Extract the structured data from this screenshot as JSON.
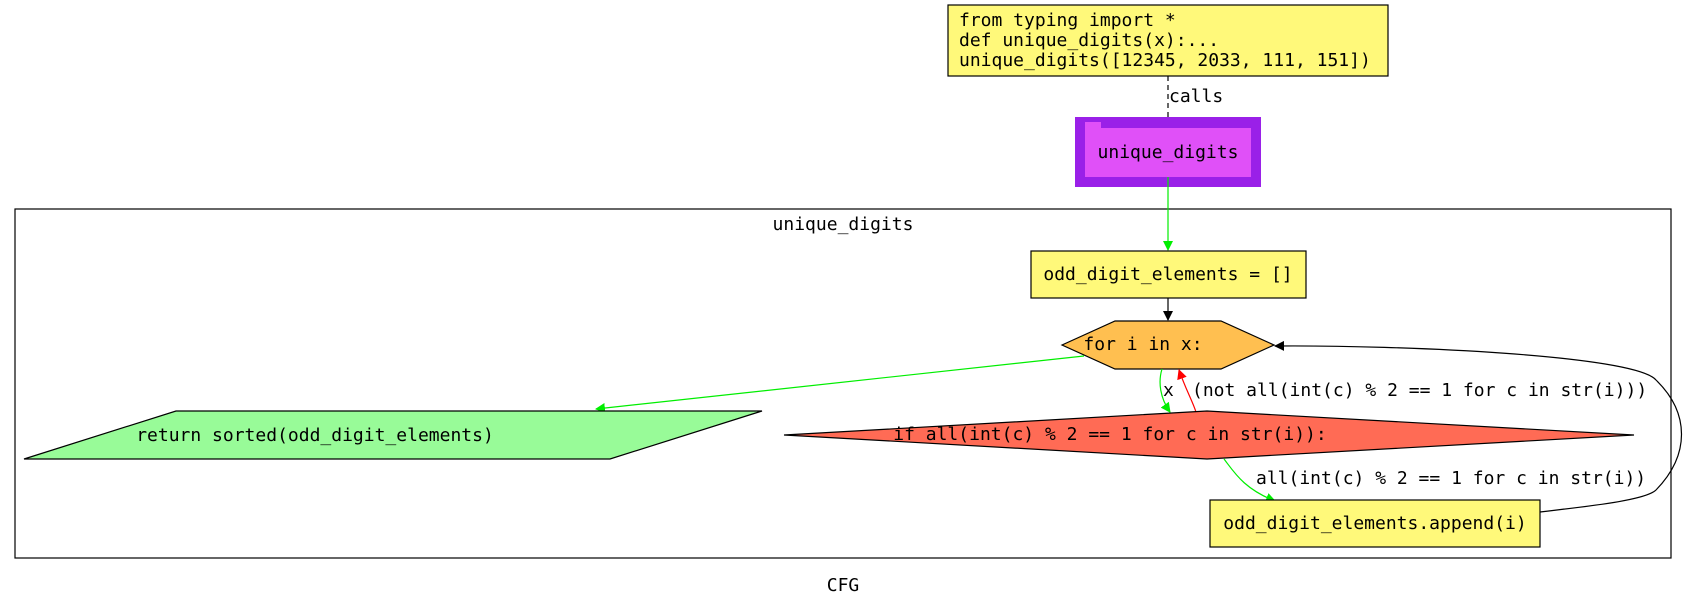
{
  "colors": {
    "yellow_node": "#fff97a",
    "purple_outer": "#9a20e8",
    "purple_inner": "#e050f8",
    "loop_node": "#ffbf50",
    "condition_node": "#ff6b55",
    "return_node": "#98fb98",
    "edge_green": "#00ee00",
    "edge_red": "#ff0000",
    "edge_black": "#000000"
  },
  "entry": {
    "lines": [
      "from typing import *",
      "def unique_digits(x):...",
      "unique_digits([12345, 2033, 111, 151])"
    ]
  },
  "function_node": {
    "label": "unique_digits"
  },
  "cluster": {
    "label": "unique_digits"
  },
  "nodes": {
    "init": {
      "label": "odd_digit_elements = []"
    },
    "loop": {
      "label": "for i in x:"
    },
    "condition": {
      "label": "if all(int(c) % 2 == 1 for c in str(i)):"
    },
    "append": {
      "label": "odd_digit_elements.append(i)"
    },
    "return": {
      "label": "return sorted(odd_digit_elements)"
    }
  },
  "edges": {
    "calls": "calls",
    "loop_to_condition": "x",
    "condition_false": "(not all(int(c) % 2 == 1 for c in str(i)))",
    "condition_true": "all(int(c) % 2 == 1 for c in str(i))"
  },
  "caption": "CFG"
}
